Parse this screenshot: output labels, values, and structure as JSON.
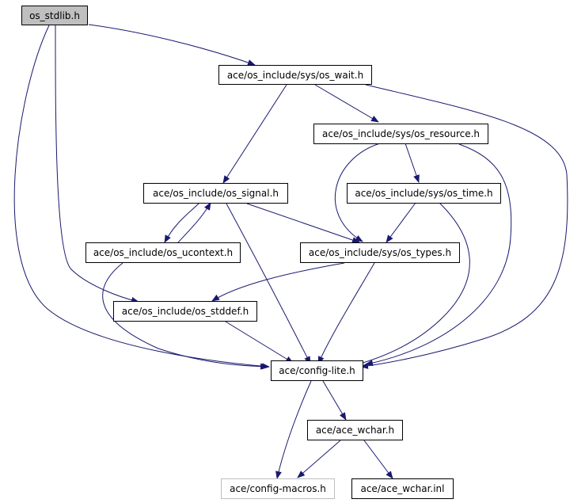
{
  "nodes": {
    "os_stdlib": "os_stdlib.h",
    "os_wait": "ace/os_include/sys/os_wait.h",
    "os_resource": "ace/os_include/sys/os_resource.h",
    "os_signal": "ace/os_include/os_signal.h",
    "os_time": "ace/os_include/sys/os_time.h",
    "os_ucontext": "ace/os_include/os_ucontext.h",
    "os_types": "ace/os_include/sys/os_types.h",
    "os_stddef": "ace/os_include/os_stddef.h",
    "config_lite": "ace/config-lite.h",
    "ace_wchar_h": "ace/ace_wchar.h",
    "config_macros": "ace/config-macros.h",
    "ace_wchar_inl": "ace/ace_wchar.inl"
  },
  "colors": {
    "edge": "#191970",
    "root_fill": "#bfbfbf",
    "missing_border": "#bfbfbf",
    "node_border": "#000000"
  }
}
